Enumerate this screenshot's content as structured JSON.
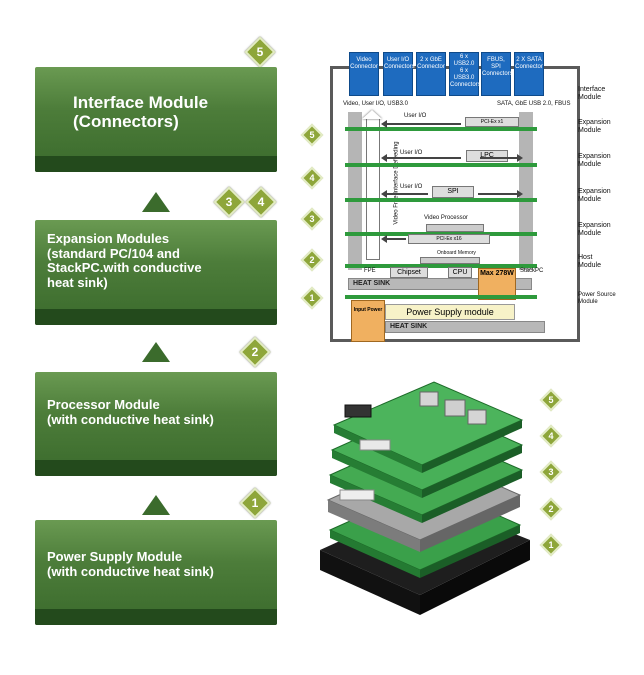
{
  "modules": {
    "interface": [
      "Interface Module",
      "(Connectors)"
    ],
    "expansion": [
      "Expansion Modules",
      "(standard PC/104 and",
      "StackPC.with conductive",
      "heat sink)"
    ],
    "processor": [
      "Processor Module",
      "(with conductive heat sink)"
    ],
    "power": [
      "Power Supply Module",
      "(with conductive heat sink)"
    ]
  },
  "badges": {
    "top": "5",
    "exp_a": "3",
    "exp_b": "4",
    "proc": "2",
    "power": "1",
    "schem": [
      "5",
      "4",
      "3",
      "2",
      "1"
    ],
    "photo": [
      "5",
      "4",
      "3",
      "2",
      "1"
    ]
  },
  "connectors": [
    [
      "Video",
      "Connector"
    ],
    [
      "User I/O",
      "Connectors"
    ],
    [
      "2 x GbE",
      "Connector"
    ],
    [
      "6 x USB2.0",
      "6 x USB3.0",
      "Connectors"
    ],
    [
      "FBUS, SPI",
      "Connectors"
    ],
    [
      "2 X SATA",
      "Connector"
    ]
  ],
  "schematic": {
    "left_top": "Video, User I/O, USB3.0",
    "right_top": "SATA, GbE USB 2.0, FBUS",
    "vertical": "Video Free Interface Defeeding",
    "user_io": "User I/O",
    "pcie_x1": "PCI-Ex x1",
    "lpc": "LPC",
    "spi": "SPI",
    "video_proc": "Video Processor",
    "pcie_x16": "PCI-Ex x16",
    "onboard_mem": "Onboard Memory",
    "fpe": "FPE",
    "chipset": "Chipset",
    "cpu": "CPU",
    "max": "Max 278W",
    "stackpc": "StackPC",
    "heat_sink": "HEAT SINK",
    "input_power": "Input Power",
    "power_supply": "Power Supply module",
    "heat_sink_bottom": "HEAT SINK"
  },
  "right_labels": [
    [
      "Interface",
      "Module"
    ],
    [
      "Expansion",
      "Module"
    ],
    [
      "Expansion",
      "Module"
    ],
    [
      "Expansion",
      "Module"
    ],
    [
      "Expansion",
      "Module"
    ],
    [
      "Host",
      "Module"
    ],
    [
      "Power Source",
      "Module"
    ]
  ],
  "colors": {
    "module_green": "#4d7d3a",
    "badge": "#8ea63a",
    "connector_blue": "#1e6bbf",
    "board_green": "#2e9a3c"
  }
}
